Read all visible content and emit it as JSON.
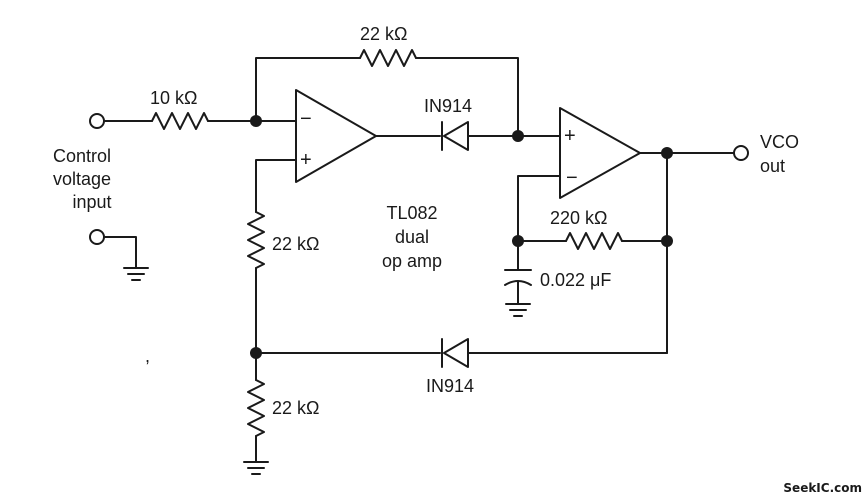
{
  "labels": {
    "r_feedback_top": "22 kΩ",
    "r_input": "10 kΩ",
    "diode_upper": "IN914",
    "diode_lower": "IN914",
    "input_line1": "Control",
    "input_line2": "voltage",
    "input_line3": "input",
    "chip_line1": "TL082",
    "chip_line2": "dual",
    "chip_line3": "op amp",
    "r_bias_upper": "22 kΩ",
    "r_bias_lower": "22 kΩ",
    "r_timing": "220 kΩ",
    "c_timing": "0.022 μF",
    "output_line1": "VCO",
    "output_line2": "out",
    "stray_mark": ","
  },
  "opamp_pins": {
    "minus": "−",
    "plus": "+"
  },
  "watermark": "SeekIC.com"
}
